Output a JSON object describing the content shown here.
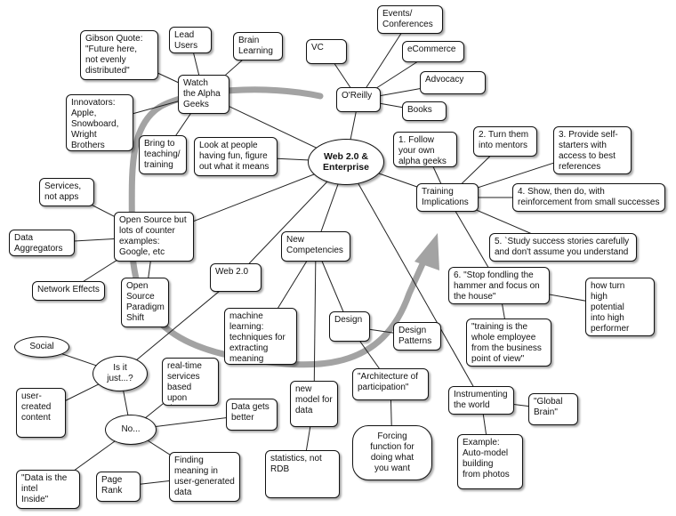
{
  "diagram": {
    "center": "Web 2.0 &\nEnterprise",
    "nodes": {
      "gibson": "Gibson Quote:\n\"Future here,\nnot evenly\ndistributed\"",
      "lead_users": "Lead\nUsers",
      "brain_learning": "Brain\nLearning",
      "watch": "Watch\nthe Alpha\nGeeks",
      "innovators": "Innovators:\nApple,\nSnowboard,\nWright\nBrothers",
      "bring": "Bring to\nteaching/\ntraining",
      "look": "Look at people\nhaving fun, figure\nout what it means",
      "vc": "VC",
      "events": "Events/\nConferences",
      "ecommerce": "eCommerce",
      "advocacy": "Advocacy",
      "oreilly": "O'Reilly",
      "books": "Books",
      "follow": "1. Follow\nyour own\nalpha geeks",
      "mentors": "2. Turn them\ninto mentors",
      "provide": "3. Provide self-\nstarters with\naccess to best\nreferences",
      "training": "Training\nImplications",
      "show": "4. Show, then do, with\nreinforcement from small successes",
      "study": "5. `Study success stories carefully\nand don't assume you understand",
      "services": "Services,\nnot apps",
      "opensource": "Open Source but\nlots of counter\nexamples:\nGoogle, etc",
      "aggregators": "Data\nAggregators",
      "network": "Network Effects",
      "paradigm": "Open\nSource\nParadigm\nShift",
      "web20": "Web 2.0",
      "competencies": "New\nCompetencies",
      "stop": "6. \"Stop fondling the\nhammer and focus on\nthe house\"",
      "howturn": "how turn\nhigh\npotential\ninto high\nperformer",
      "machine": "machine\nlearning:\ntechniques for\nextracting\nmeaning",
      "design": "Design",
      "patterns": "Design\nPatterns",
      "whole": "\"training is the\nwhole employee\nfrom the business\npoint of view\"",
      "social": "Social",
      "isit": "Is it\njust...?",
      "realtime": "real-time\nservices\nbased upon\ndata",
      "newmodel": "new\nmodel for\ndata",
      "architecture": "\"Architecture of\nparticipation\"",
      "instrumenting": "Instrumenting\nthe world",
      "global": "\"Global\nBrain\"",
      "usercreated": "user-\ncreated\ncontent",
      "no": "No...",
      "getsbetter": "Data gets\nbetter",
      "intel": "\"Data is the\nintel\nInside\"",
      "pagerank": "Page\nRank",
      "finding": "Finding\nmeaning in\nuser-generated\ndata",
      "statistics": "statistics, not\nRDB",
      "forcing": "Forcing\nfunction for\ndoing what\nyou want",
      "example": "Example:\nAuto-model\nbuilding\nfrom photos"
    }
  }
}
